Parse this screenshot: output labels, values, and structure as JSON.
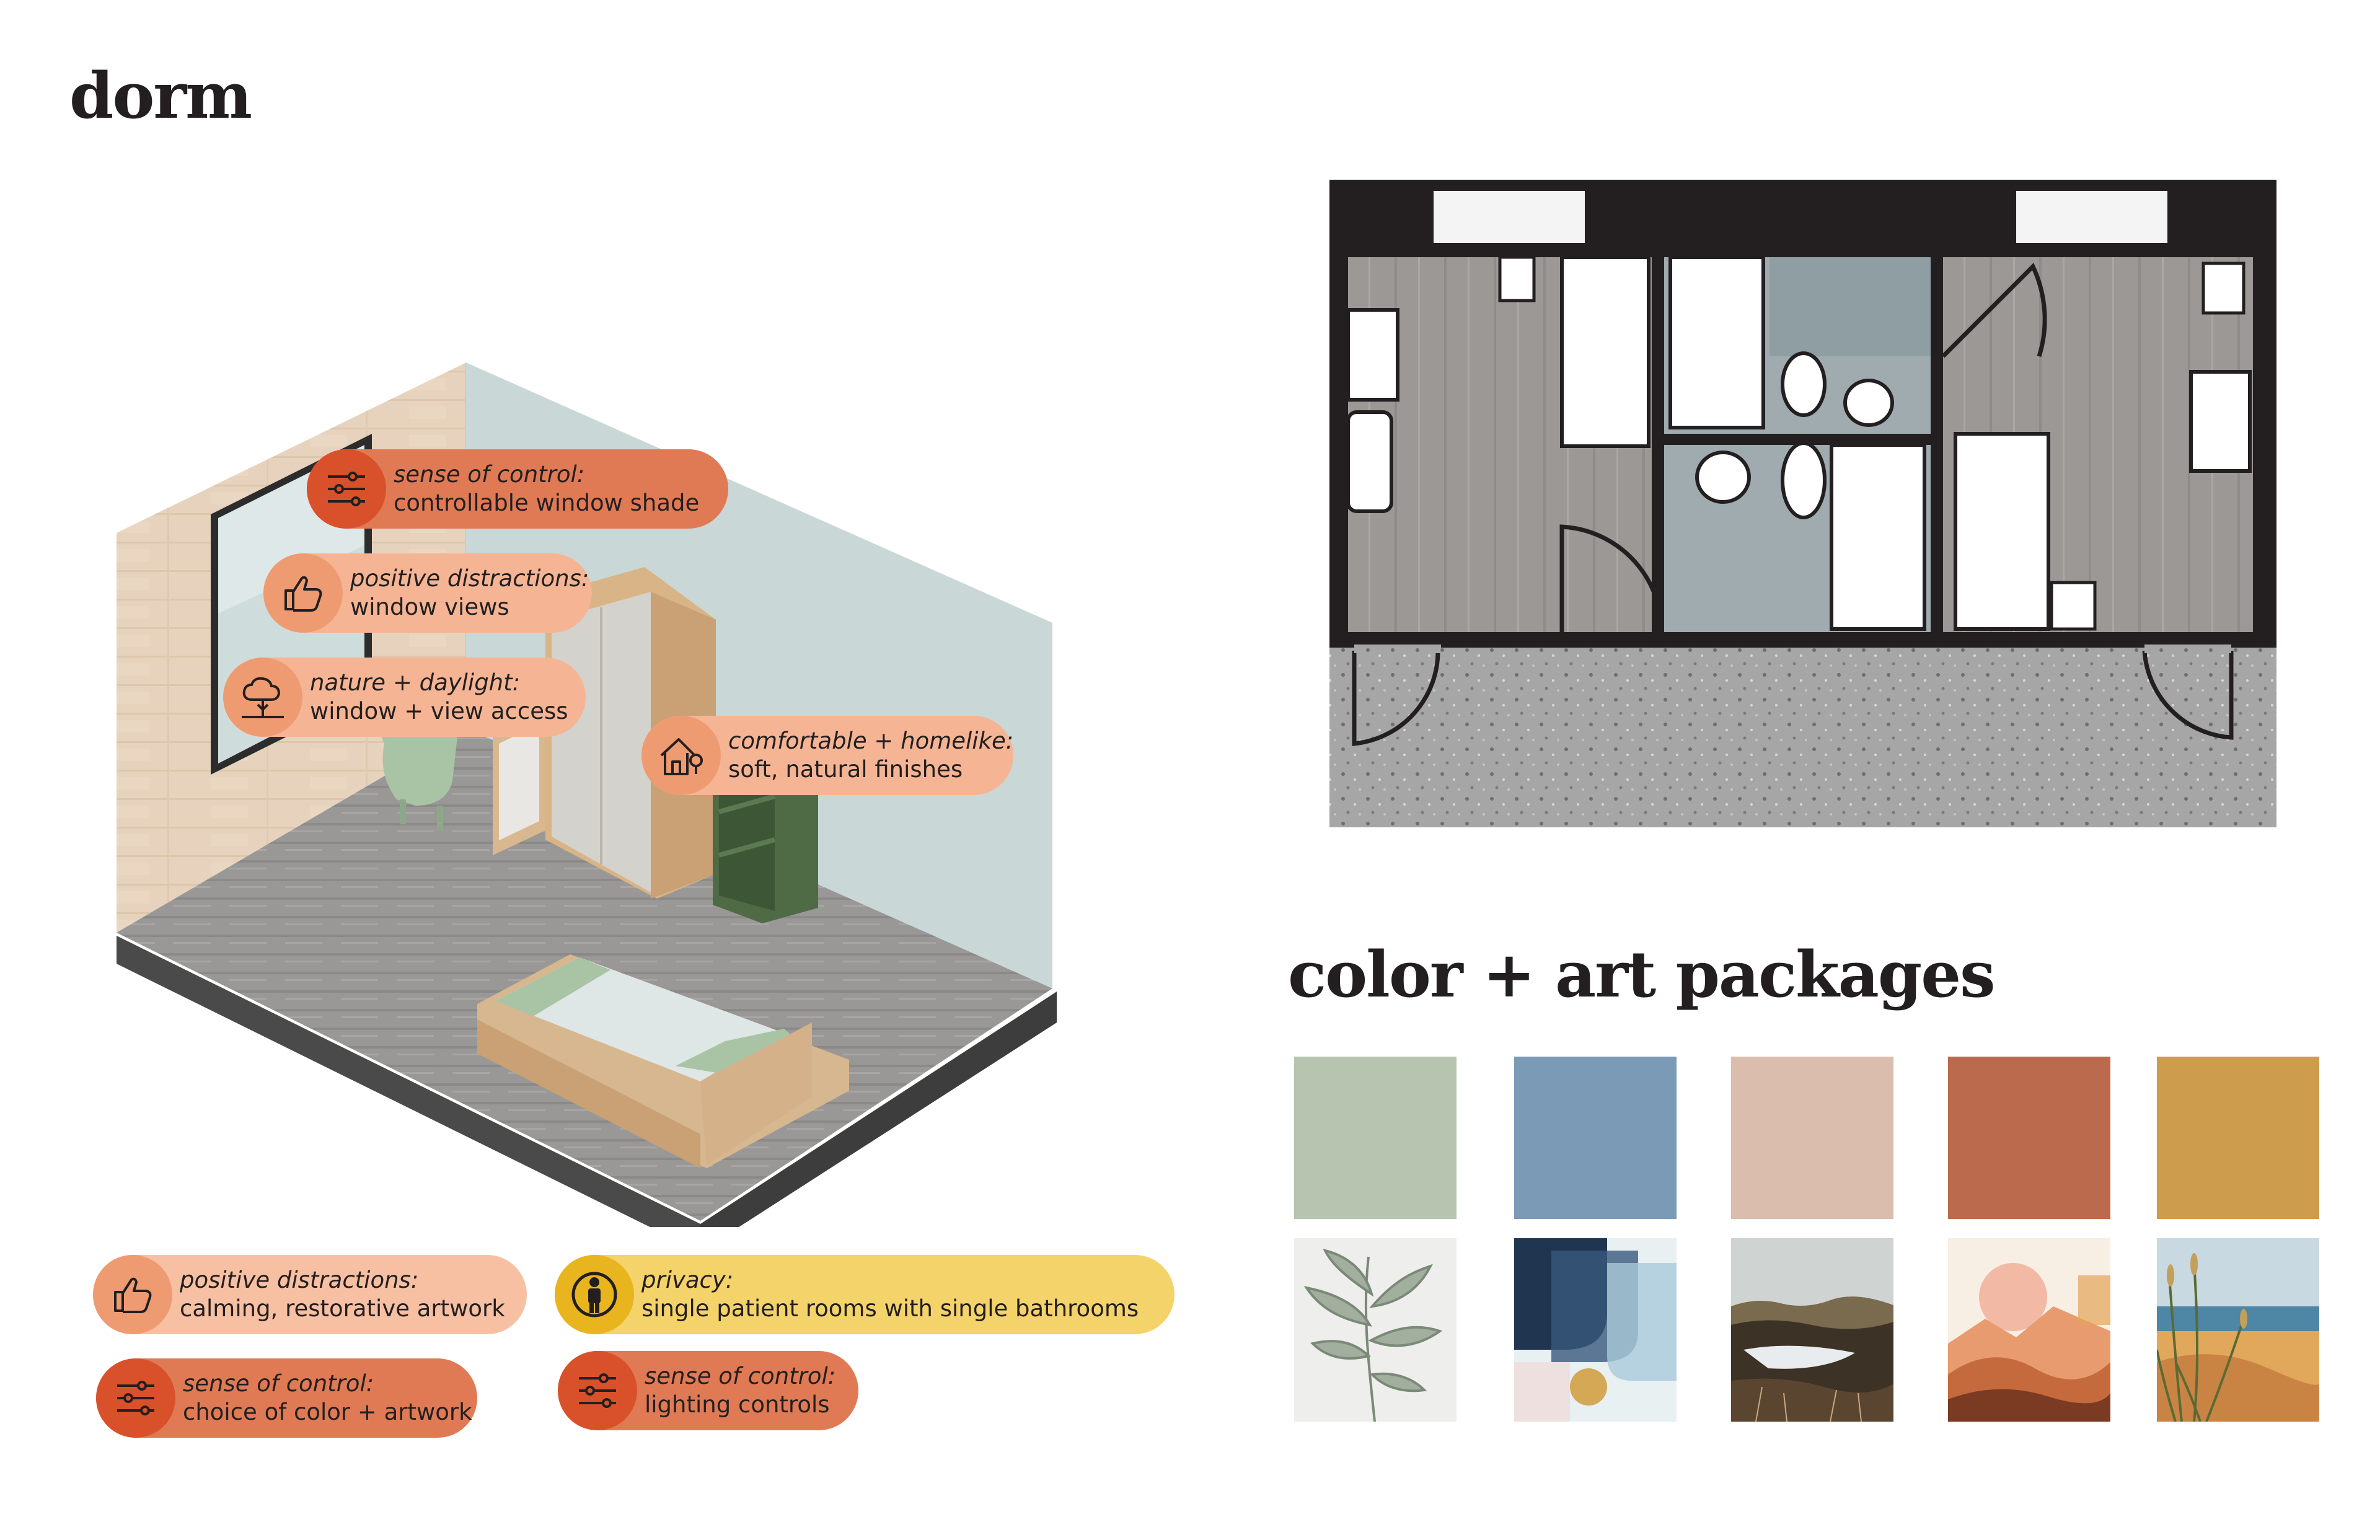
{
  "titles": {
    "dorm": "dorm",
    "packages": "color + art packages"
  },
  "callouts": [
    {
      "id": "c1",
      "category": "sense of control:",
      "description": "controllable window shade",
      "icon": "sliders-icon",
      "icon_color": "#d9512a",
      "pill_color": "#e07a55"
    },
    {
      "id": "c2",
      "category": "positive distractions:",
      "description": "window views",
      "icon": "thumbs-up-icon",
      "icon_color": "#ef9b72",
      "pill_color": "#f5b594"
    },
    {
      "id": "c3",
      "category": "nature + daylight:",
      "description": "window + view access",
      "icon": "tree-icon",
      "icon_color": "#ef9b72",
      "pill_color": "#f5b594"
    },
    {
      "id": "c4",
      "category": "comfortable + homelike:",
      "description": "soft, natural finishes",
      "icon": "home-icon",
      "icon_color": "#ef9b72",
      "pill_color": "#f5b594"
    },
    {
      "id": "c5",
      "category": "positive distractions:",
      "description": "calming, restorative artwork",
      "icon": "thumbs-up-icon",
      "icon_color": "#ef9b72",
      "pill_color": "#f8c0a2"
    },
    {
      "id": "c6",
      "category": "privacy:",
      "description": "single patient rooms with single bathrooms",
      "icon": "person-icon",
      "icon_color": "#e8b51e",
      "pill_color": "#f5d36b"
    },
    {
      "id": "c7",
      "category": "sense of control:",
      "description": "choice of color + artwork",
      "icon": "sliders-icon",
      "icon_color": "#d9512a",
      "pill_color": "#e07a55"
    },
    {
      "id": "c8",
      "category": "sense of control:",
      "description": "lighting controls",
      "icon": "sliders-icon",
      "icon_color": "#d9512a",
      "pill_color": "#e07a55"
    }
  ],
  "palette": [
    {
      "name": "sage",
      "color": "#b6c4b0"
    },
    {
      "name": "blue",
      "color": "#7b9ab5"
    },
    {
      "name": "blush",
      "color": "#dbbdad"
    },
    {
      "name": "terracotta",
      "color": "#bc6a4d"
    },
    {
      "name": "ochre",
      "color": "#cd9c4d"
    }
  ],
  "artworks": [
    {
      "name": "botanical-leaves-artwork"
    },
    {
      "name": "abstract-blue-shapes-artwork"
    },
    {
      "name": "marsh-landscape-artwork"
    },
    {
      "name": "desert-sunset-artwork"
    },
    {
      "name": "beach-grass-artwork"
    }
  ]
}
